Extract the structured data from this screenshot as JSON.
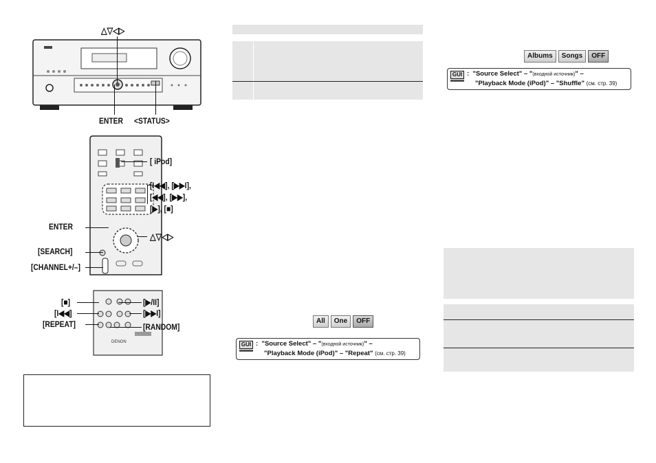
{
  "receiver_figure": {
    "arrow_label": "△▽◁▷",
    "enter_label": "ENTER",
    "status_label": "<STATUS>"
  },
  "remote_figure": {
    "ipod_label": "[ iPod]",
    "skip_line1": "[I◀◀], [▶▶I],",
    "skip_line2": "[◀◀], [▶▶],",
    "skip_line3": "[▶], [■]",
    "enter_label": "ENTER",
    "arrows_label": "△▽◁▷",
    "search_label": "[SEARCH]",
    "channel_label": "[CHANNEL+/–]"
  },
  "small_remote_figure": {
    "stop_label": "[■]",
    "prev_label": "[I◀◀]",
    "repeat_label": "[REPEAT]",
    "playpause_label": "[▶/II]",
    "next_label": "[▶▶I]",
    "random_label": "[RANDOM]"
  },
  "repeat_panel": {
    "modes": [
      "All",
      "One",
      "OFF"
    ],
    "gui_tag": "GUI",
    "gui_line1_a": "\"Source Select\" – \"",
    "gui_line1_small": "(входной источник)",
    "gui_line1_b": "\" –",
    "gui_line2": "\"Playback Mode (iPod)\" – \"Repeat\"",
    "gui_line2_page": "(см. стр. 39)"
  },
  "shuffle_panel": {
    "modes": [
      "Albums",
      "Songs",
      "OFF"
    ],
    "gui_tag": "GUI",
    "gui_line1_a": "\"Source Select\" – \"",
    "gui_line1_small": "(входной источник)",
    "gui_line1_b": "\" –",
    "gui_line2": "\"Playback Mode (iPod)\" – \"Shuffle\"",
    "gui_line2_page": "(см. стр. 39)"
  },
  "brand": "DENON"
}
